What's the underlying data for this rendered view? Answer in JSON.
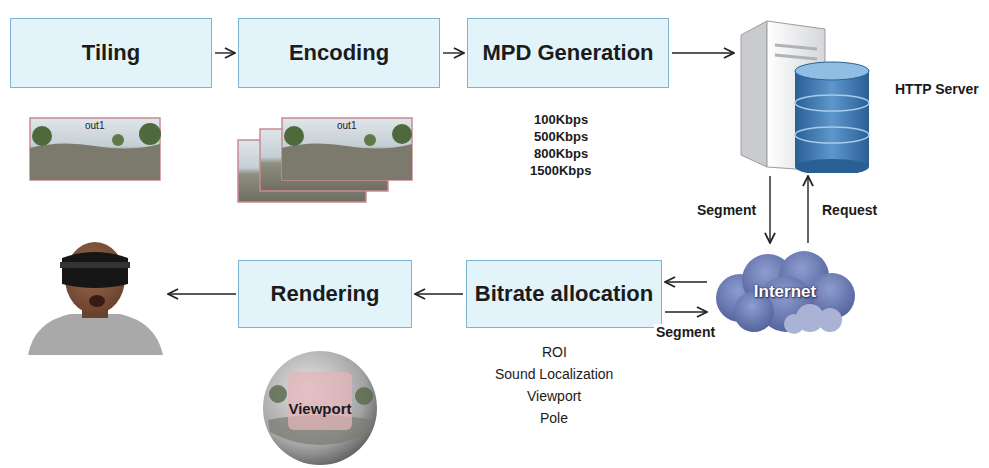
{
  "diagram": {
    "nodes": [
      {
        "text": [
          "Tiling"
        ]
      },
      {
        "text": [
          "Encoding"
        ]
      },
      {
        "text": [
          "MPD Generation"
        ]
      },
      {
        "text": [
          "HTTP Server"
        ]
      },
      {
        "text": [
          "Internet"
        ]
      },
      {
        "text": [
          "Bitrate allocation"
        ]
      },
      {
        "text": [
          "Rendering"
        ]
      },
      {
        "text": [
          "Viewport"
        ]
      }
    ],
    "edges": [
      {
        "from": 0,
        "to": 1,
        "arrow": "to"
      },
      {
        "from": 1,
        "to": 2,
        "arrow": "to"
      },
      {
        "from": 2,
        "to": 3,
        "arrow": "to"
      },
      {
        "from": 3,
        "to": 4,
        "label": "Segment",
        "arrow": "to"
      },
      {
        "from": 4,
        "to": 3,
        "label": "Request",
        "arrow": "to"
      },
      {
        "from": 4,
        "to": 5,
        "arrow": "to"
      },
      {
        "from": 5,
        "to": 4,
        "label": "Segment",
        "arrow": "to"
      },
      {
        "from": 5,
        "to": 6,
        "arrow": "to"
      }
    ],
    "labels": [
      "out1",
      "out1",
      "100Kbps",
      "500Kbps",
      "800Kbps",
      "1500Kbps",
      "ROI",
      "Sound Localization",
      "Viewport",
      "Pole"
    ]
  }
}
